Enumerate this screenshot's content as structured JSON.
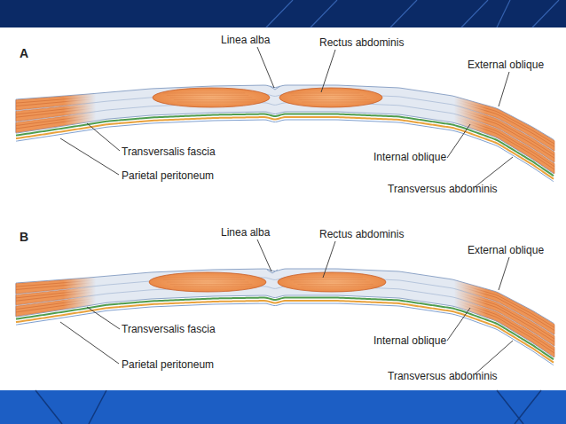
{
  "diagram": {
    "labels": [
      "A",
      "Linea alba",
      "Rectus abdominis",
      "External oblique",
      "Transversalis fascia",
      "Internal oblique",
      "Parietal peritoneum",
      "Transversus abdominis",
      "B",
      "Linea alba",
      "Rectus abdominis",
      "External oblique",
      "Transversalis fascia",
      "Internal oblique",
      "Parietal peritoneum",
      "Transversus abdominis"
    ]
  }
}
